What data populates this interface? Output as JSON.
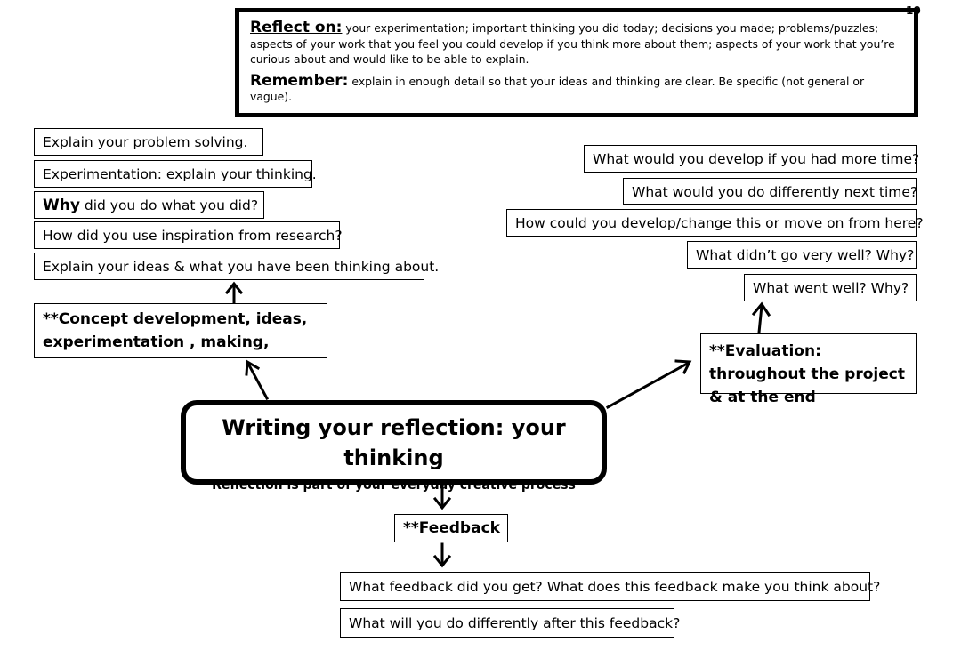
{
  "page_number": "10",
  "reflect": {
    "reflect_lead": "Reflect on:",
    "reflect_text": "your experimentation; important thinking you did today; decisions you made; problems/puzzles; aspects of your work that you feel you could develop if you think more about them; aspects of your work that you’re curious about and would like to be able to explain.",
    "remember_lead": "Remember:",
    "remember_text": "explain in enough detail so that your ideas and thinking are clear. Be specific (not general or vague)."
  },
  "center": {
    "title": "Writing your reflection: your thinking",
    "subtitle": "Reflection is part of your everyday creative process"
  },
  "concept": {
    "heading": "**Concept development, ideas, experimentation , making,",
    "prompts": [
      {
        "text": "Explain your problem solving."
      },
      {
        "text": "Experimentation: explain your thinking."
      },
      {
        "bold": "Why",
        "text": " did you do what you did?"
      },
      {
        "text": "How did you use inspiration from research?"
      },
      {
        "text": "Explain your ideas & what you have been thinking about."
      }
    ]
  },
  "evaluation": {
    "heading": "**Evaluation: throughout the project & at the end",
    "prompts": [
      "What would you develop if you had more time?",
      "What would you do differently next time?",
      "How could you develop/change this or move on from here?",
      "What didn’t go very well? Why?",
      "What went well? Why?"
    ]
  },
  "feedback": {
    "heading": "**Feedback",
    "prompts": [
      "What feedback did you get?   What does this feedback make you think about?",
      "What will you do differently after this feedback?"
    ]
  }
}
